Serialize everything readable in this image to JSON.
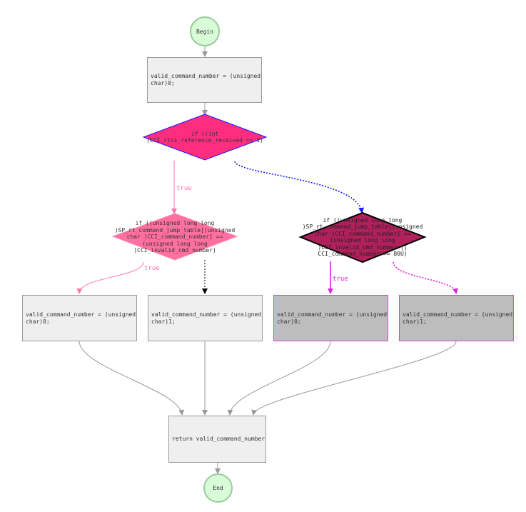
{
  "nodes": {
    "begin": {
      "label": "Begin"
    },
    "init": {
      "label": "valid_command_number = (unsigned\nchar)0;"
    },
    "cond1": {
      "label": "if ((int\n)CCI_rtcs_reference_received == 1)"
    },
    "cond2": {
      "label": "if ((unsigned long long\n)SP_rt_command_jump_table[(unsigned\nchar )CCI_command_number] ==\n(unsigned long long\n)CCI_invalid_cmd_number)"
    },
    "cond3": {
      "label": "if ((unsigned long long\n)SP_rt_command_jump_table[(unsigned\nchar )CCI_command_number] ==\n(unsigned long long\n)CCI_invalid_cmd_number ||\nCCI_command_number >= 80U)"
    },
    "set0_left": {
      "label": "valid_command_number = (unsigned\nchar)0;"
    },
    "set1_left": {
      "label": "valid_command_number = (unsigned\nchar)1;"
    },
    "set0_right": {
      "label": "valid_command_number = (unsigned\nchar)0;"
    },
    "set1_right": {
      "label": "valid_command_number = (unsigned\nchar)1;"
    },
    "ret": {
      "label": "return valid_command_number;"
    },
    "end": {
      "label": "End"
    }
  },
  "edge_labels": {
    "cond1_true": "true",
    "cond2_true": "true",
    "cond3_true": "true"
  },
  "colors": {
    "cond1_fill": "#ff2d7f",
    "cond2_fill": "#ff6fa0",
    "cond3_fill": "#b0205a",
    "start_end_fill": "#d8fcd8",
    "edge_gray": "#999999",
    "edge_blue": "#1a1aff",
    "edge_pink": "#ff77aa",
    "edge_magenta": "#e020e0"
  }
}
